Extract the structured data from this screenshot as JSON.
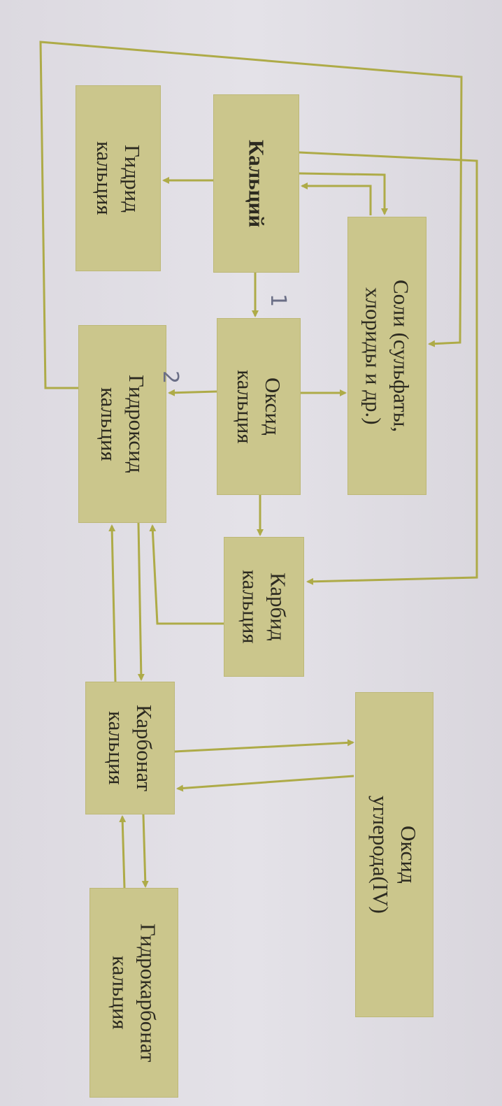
{
  "title": "Генетическая связь соединений кальция",
  "boxes": {
    "hydride": "Гидрид\nкальция",
    "calcium": "Кальций",
    "salts": "Соли (сульфаты,\nхлориды и др.)",
    "oxide": "Оксид\nкальция",
    "hydroxide": "Гидроксид\nкальция",
    "carbide": "Карбид\nкальция",
    "carbonate": "Карбонат\nкальция",
    "co2": "Оксид\nуглерода(IV)",
    "bicarbonate": "Гидрокарбонат\nкальция"
  },
  "annotations": {
    "mark1": "1",
    "mark2": "2"
  },
  "colors": {
    "box": "#cbc68c",
    "line": "#aeab48",
    "background": "#e2e0e6"
  }
}
